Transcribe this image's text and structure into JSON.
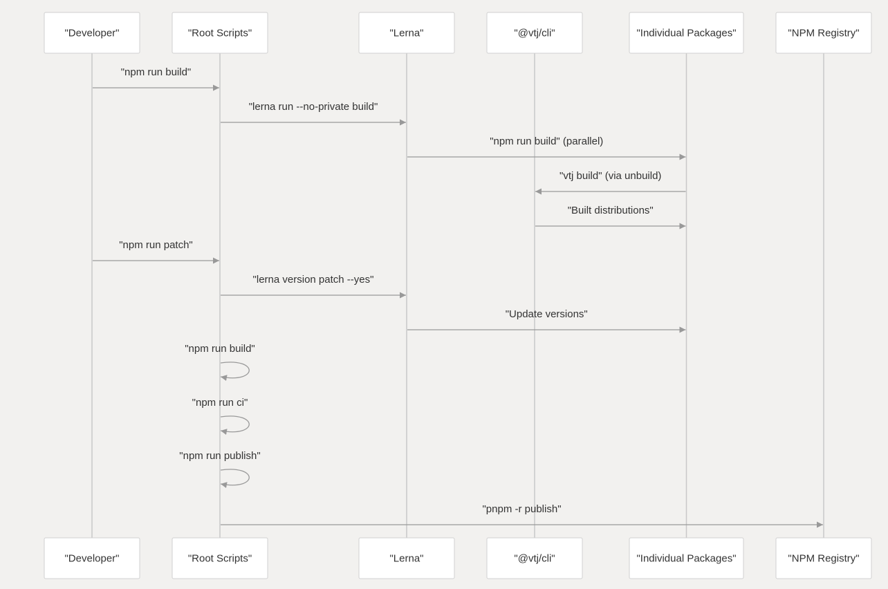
{
  "participants": [
    {
      "id": "dev",
      "label": "\"Developer\""
    },
    {
      "id": "root",
      "label": "\"Root Scripts\""
    },
    {
      "id": "lerna",
      "label": "\"Lerna\""
    },
    {
      "id": "cli",
      "label": "\"@vtj/cli\""
    },
    {
      "id": "pkgs",
      "label": "\"Individual Packages\""
    },
    {
      "id": "npm",
      "label": "\"NPM Registry\""
    }
  ],
  "messages": [
    {
      "from": "dev",
      "to": "root",
      "label": "\"npm run build\""
    },
    {
      "from": "root",
      "to": "lerna",
      "label": "\"lerna run --no-private build\""
    },
    {
      "from": "lerna",
      "to": "pkgs",
      "label": "\"npm run build\" (parallel)"
    },
    {
      "from": "pkgs",
      "to": "cli",
      "label": "\"vtj build\" (via unbuild)"
    },
    {
      "from": "cli",
      "to": "pkgs",
      "label": "\"Built distributions\""
    },
    {
      "from": "dev",
      "to": "root",
      "label": "\"npm run patch\""
    },
    {
      "from": "root",
      "to": "lerna",
      "label": "\"lerna version patch --yes\""
    },
    {
      "from": "lerna",
      "to": "pkgs",
      "label": "\"Update versions\""
    },
    {
      "from": "root",
      "to": "root",
      "label": "\"npm run build\""
    },
    {
      "from": "root",
      "to": "root",
      "label": "\"npm run ci\""
    },
    {
      "from": "root",
      "to": "root",
      "label": "\"npm run publish\""
    },
    {
      "from": "root",
      "to": "npm",
      "label": "\"pnpm -r publish\""
    }
  ]
}
